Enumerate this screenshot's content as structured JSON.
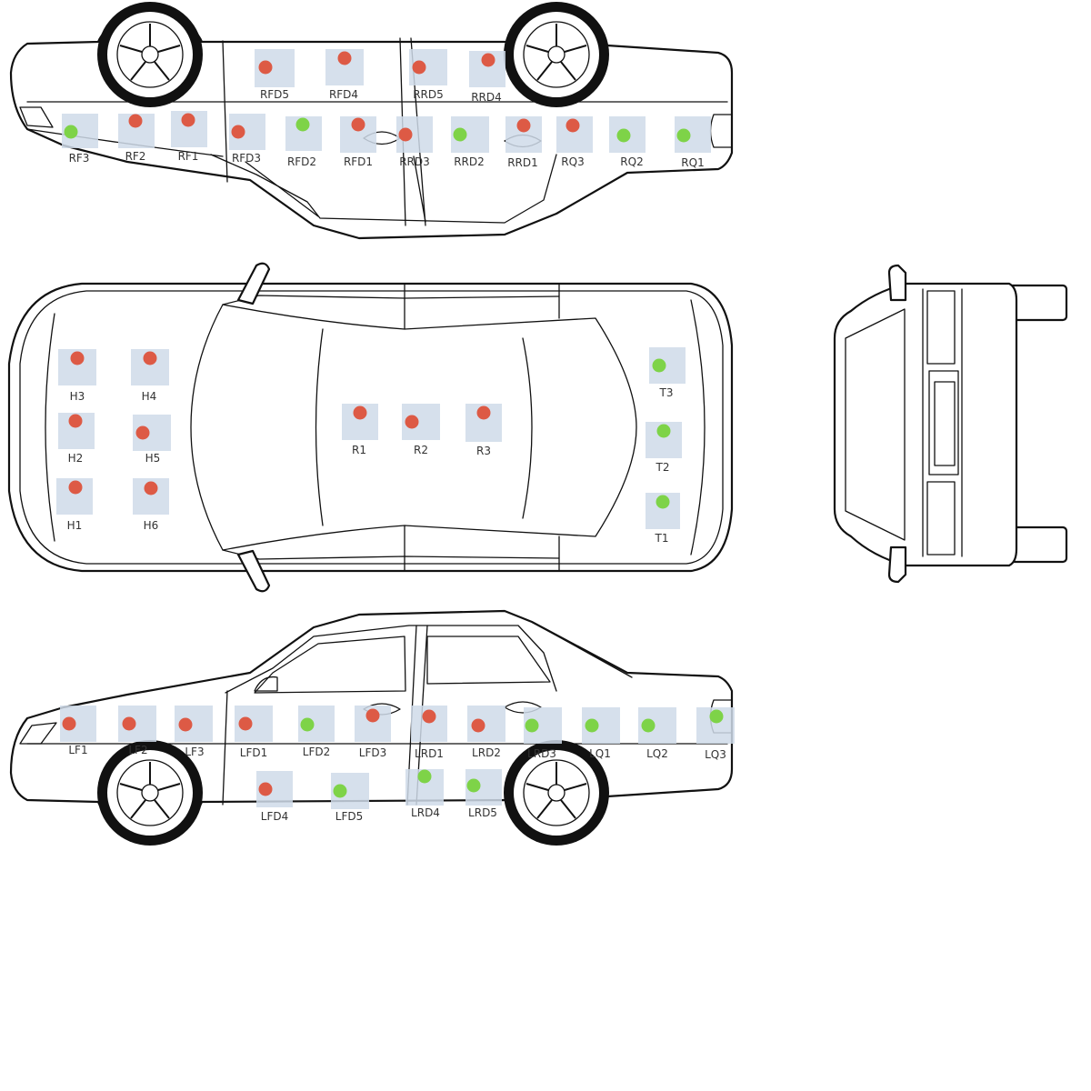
{
  "colors": {
    "damaged": "#dd5a45",
    "ok": "#7ed348",
    "box": "#cfdbe9"
  },
  "views": {
    "right_side": {
      "markers": [
        {
          "label": "RFD5",
          "status": "damaged"
        },
        {
          "label": "RFD4",
          "status": "damaged"
        },
        {
          "label": "RRD5",
          "status": "damaged"
        },
        {
          "label": "RRD4",
          "status": "damaged"
        },
        {
          "label": "RF3",
          "status": "ok"
        },
        {
          "label": "RF2",
          "status": "damaged"
        },
        {
          "label": "RF1",
          "status": "damaged"
        },
        {
          "label": "RFD3",
          "status": "damaged"
        },
        {
          "label": "RFD2",
          "status": "ok"
        },
        {
          "label": "RFD1",
          "status": "damaged"
        },
        {
          "label": "RRD3",
          "status": "damaged"
        },
        {
          "label": "RRD2",
          "status": "ok"
        },
        {
          "label": "RRD1",
          "status": "damaged"
        },
        {
          "label": "RQ3",
          "status": "damaged"
        },
        {
          "label": "RQ2",
          "status": "ok"
        },
        {
          "label": "RQ1",
          "status": "ok"
        }
      ]
    },
    "top": {
      "markers": [
        {
          "label": "H3",
          "status": "damaged"
        },
        {
          "label": "H4",
          "status": "damaged"
        },
        {
          "label": "H2",
          "status": "damaged"
        },
        {
          "label": "H5",
          "status": "damaged"
        },
        {
          "label": "H1",
          "status": "damaged"
        },
        {
          "label": "H6",
          "status": "damaged"
        },
        {
          "label": "R1",
          "status": "damaged"
        },
        {
          "label": "R2",
          "status": "damaged"
        },
        {
          "label": "R3",
          "status": "damaged"
        },
        {
          "label": "T3",
          "status": "ok"
        },
        {
          "label": "T2",
          "status": "ok"
        },
        {
          "label": "T1",
          "status": "ok"
        }
      ]
    },
    "left_side": {
      "markers": [
        {
          "label": "LF1",
          "status": "damaged"
        },
        {
          "label": "LF2",
          "status": "damaged"
        },
        {
          "label": "LF3",
          "status": "damaged"
        },
        {
          "label": "LFD1",
          "status": "damaged"
        },
        {
          "label": "LFD2",
          "status": "ok"
        },
        {
          "label": "LFD3",
          "status": "damaged"
        },
        {
          "label": "LRD1",
          "status": "damaged"
        },
        {
          "label": "LRD2",
          "status": "damaged"
        },
        {
          "label": "LRD3",
          "status": "ok"
        },
        {
          "label": "LQ1",
          "status": "ok"
        },
        {
          "label": "LQ2",
          "status": "ok"
        },
        {
          "label": "LQ3",
          "status": "ok"
        },
        {
          "label": "LFD4",
          "status": "damaged"
        },
        {
          "label": "LFD5",
          "status": "ok"
        },
        {
          "label": "LRD4",
          "status": "ok"
        },
        {
          "label": "LRD5",
          "status": "ok"
        }
      ]
    }
  }
}
